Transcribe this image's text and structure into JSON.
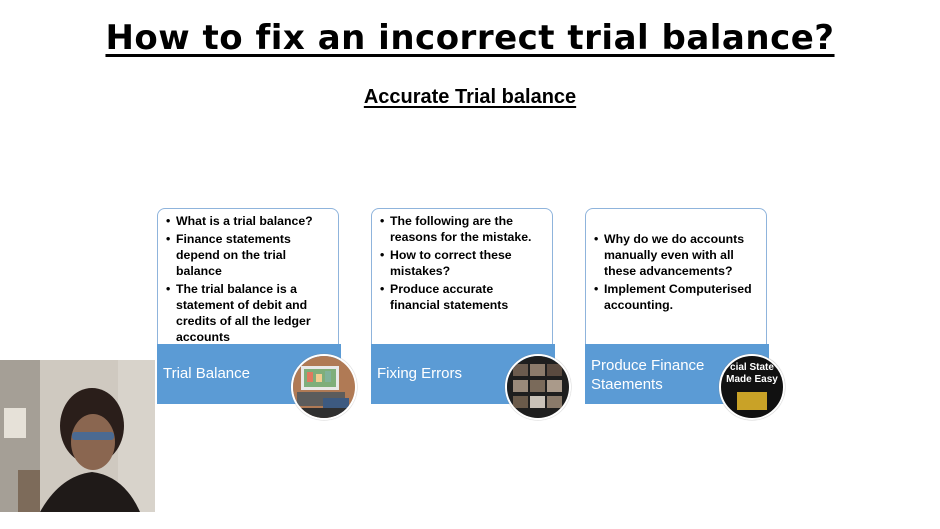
{
  "slide": {
    "title": "How to fix an incorrect trial balance?",
    "subtitle": "Accurate Trial balance"
  },
  "cards": [
    {
      "label": "Trial Balance",
      "bullets": [
        "What is a trial balance?",
        "Finance statements depend on the trial balance",
        "The trial balance is a statement of debit and credits of all the ledger accounts"
      ]
    },
    {
      "label": "Fixing Errors",
      "bullets": [
        "The following are the reasons for the mistake.",
        "How to correct these mistakes?",
        "Produce accurate financial statements"
      ]
    },
    {
      "label": "Produce Finance Staements",
      "bullets": [
        "Why do we do accounts manually even with all these advancements?",
        "Implement Computerised accounting."
      ],
      "thumb_text_1": "cial State",
      "thumb_text_2": "Made Easy"
    }
  ],
  "colors": {
    "bar": "#5b9bd5",
    "card_border": "#8fb4dc"
  }
}
